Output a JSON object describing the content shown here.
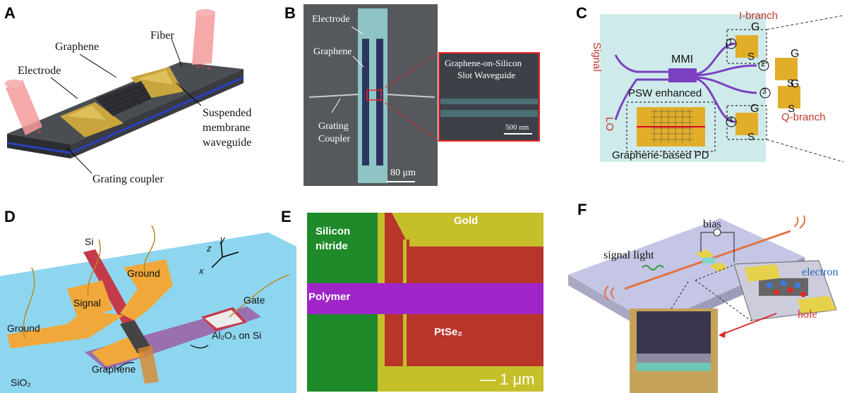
{
  "panels": {
    "A": {
      "label": "A",
      "labels": {
        "fiber": "Fiber",
        "graphene": "Graphene",
        "electrode": "Electrode",
        "suspended1": "Suspended",
        "suspended2": "membrane",
        "suspended3": "waveguide",
        "grating": "Grating coupler"
      }
    },
    "B": {
      "label": "B",
      "labels": {
        "electrode": "Electrode",
        "graphene": "Graphene",
        "grating1": "Grating",
        "grating2": "Coupler",
        "scale": "80 μm",
        "inset1": "Graphene-on-Silicon",
        "inset2": "Slot Waveguide",
        "inset_scale": "500 nm"
      }
    },
    "C": {
      "label": "C",
      "labels": {
        "signal": "Signal",
        "lo": "LO",
        "mmi": "MMI",
        "psw": "PSW enhanced",
        "pd": "Graphene-based PD",
        "ibranch": "I-branch",
        "qbranch": "Q-branch",
        "n1": "1",
        "n2": "2",
        "n3": "3",
        "n4": "4",
        "g": "G",
        "s": "S"
      }
    },
    "D": {
      "label": "D",
      "labels": {
        "si": "Si",
        "z": "z",
        "y": "y",
        "x": "x",
        "ground_top": "Ground",
        "signal": "Signal",
        "gate": "Gate",
        "ground_left": "Ground",
        "al2o3": "Al₂O₃ on Si",
        "graphene": "Graphene",
        "sio2": "SiO₂"
      }
    },
    "E": {
      "label": "E",
      "labels": {
        "silicon1": "Silicon",
        "silicon2": "nitride",
        "gold": "Gold",
        "polymer": "Polymer",
        "ptse2": "PtSe₂",
        "scale": "— 1 μm"
      }
    },
    "F": {
      "label": "F",
      "labels": {
        "bias": "bias",
        "signal_light": "signal light",
        "electron": "electron",
        "hole": "hole"
      }
    }
  }
}
